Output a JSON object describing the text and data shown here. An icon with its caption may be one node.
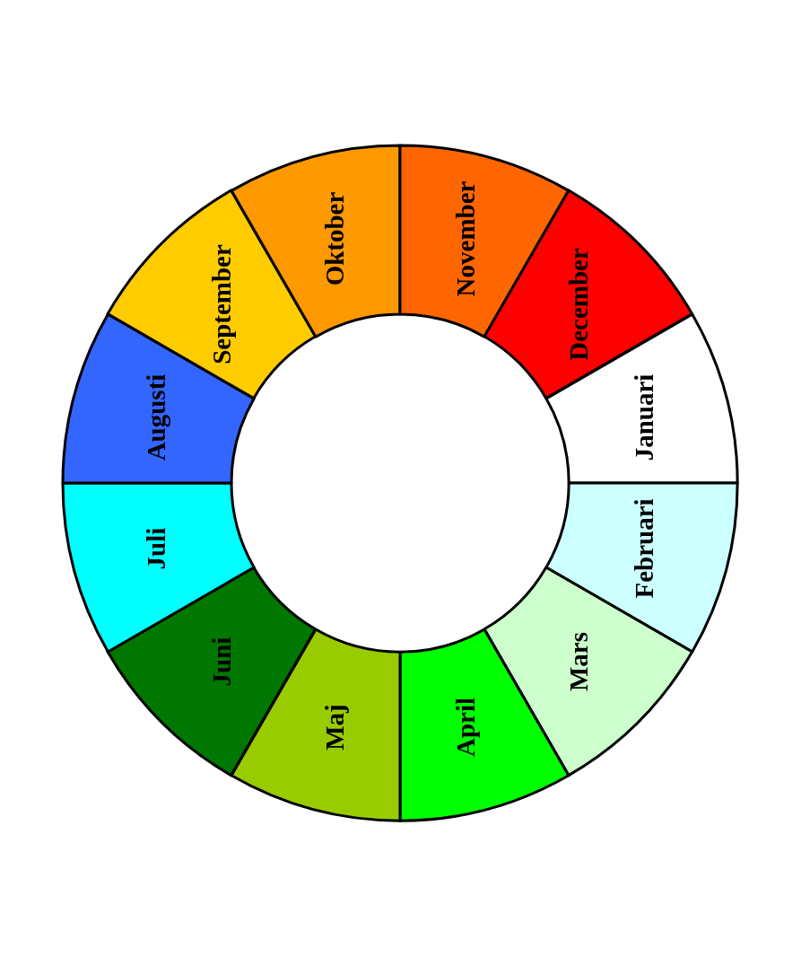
{
  "diagram": {
    "nodes": [
      {
        "text": [
          "Januari"
        ]
      },
      {
        "text": [
          "Februari"
        ]
      },
      {
        "text": [
          "Mars"
        ]
      },
      {
        "text": [
          "April"
        ]
      },
      {
        "text": [
          "Maj"
        ]
      },
      {
        "text": [
          "Juni"
        ]
      },
      {
        "text": [
          "Juli"
        ]
      },
      {
        "text": [
          "Augusti"
        ]
      },
      {
        "text": [
          "September"
        ]
      },
      {
        "text": [
          "Oktober"
        ]
      },
      {
        "text": [
          "November"
        ]
      },
      {
        "text": [
          "December"
        ]
      }
    ]
  }
}
